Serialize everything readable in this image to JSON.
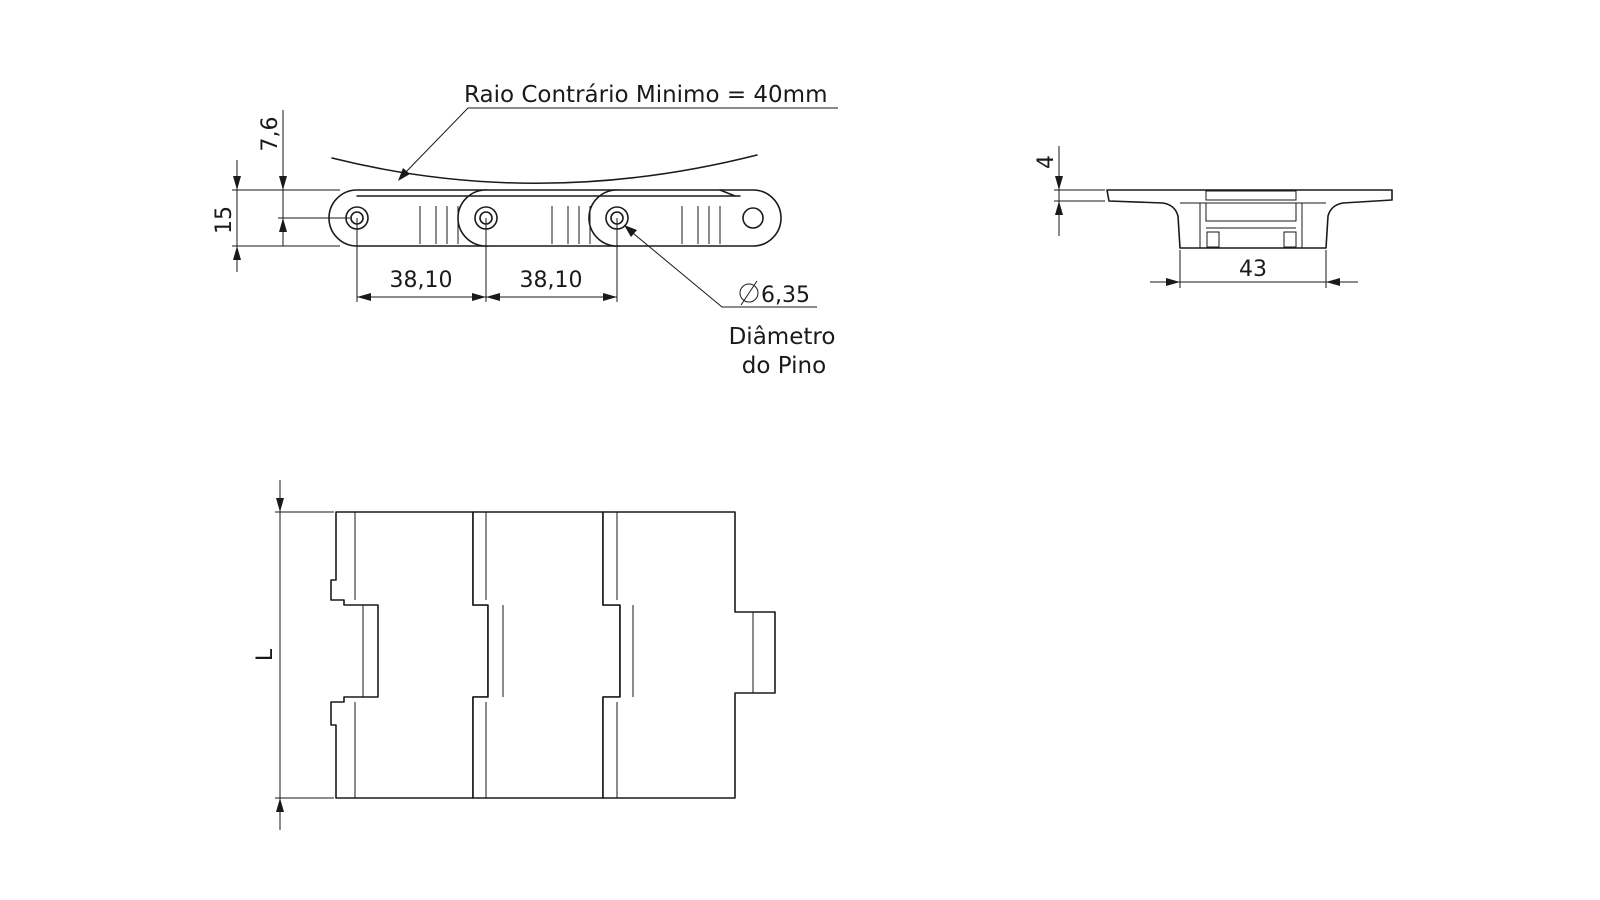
{
  "side_view": {
    "radius_note": "Raio Contrário Minimo = 40mm",
    "dim_height_total": "15",
    "dim_top_offset": "7,6",
    "dim_pitch_1": "38,10",
    "dim_pitch_2": "38,10",
    "pin_diameter": "6,35",
    "pin_label_line1": "Diâmetro",
    "pin_label_line2": "do Pino"
  },
  "end_view": {
    "dim_plate_thickness": "4",
    "dim_width": "43"
  },
  "top_view": {
    "dim_length": "L"
  }
}
